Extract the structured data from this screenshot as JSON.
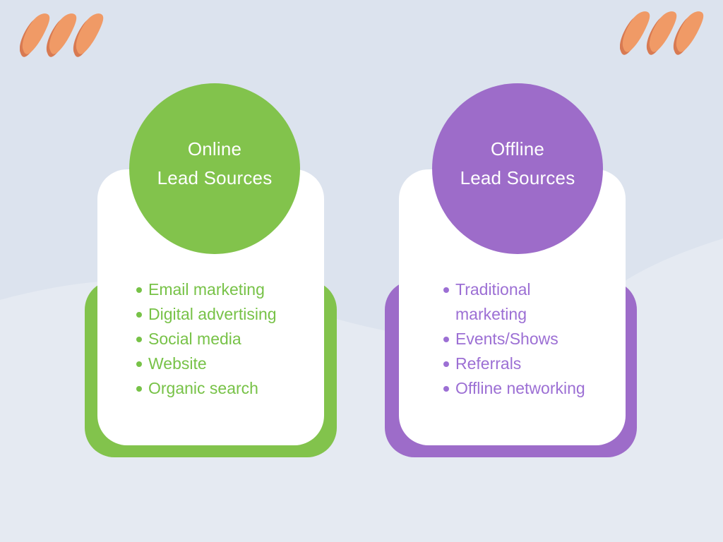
{
  "colors": {
    "bg": "#dce3ee",
    "bg_wave": "#e5eaf2",
    "green": "#82c34c",
    "green_text": "#77c247",
    "purple": "#9d6cc9",
    "purple_text": "#9c6fd4",
    "orange_light": "#f09a66",
    "orange_dark": "#d87a52",
    "white": "#ffffff"
  },
  "decorations": {
    "top_left": "triple-slash-mark",
    "top_right": "triple-slash-mark"
  },
  "cards": [
    {
      "id": "online",
      "title_line1": "Online",
      "title_line2": "Lead Sources",
      "accent": "#82c34c",
      "items": [
        "Email marketing",
        "Digital advertising",
        "Social media",
        "Website",
        "Organic search"
      ]
    },
    {
      "id": "offline",
      "title_line1": "Offline",
      "title_line2": "Lead Sources",
      "accent": "#9d6cc9",
      "items": [
        "Traditional marketing",
        "Events/Shows",
        "Referrals",
        "Offline networking"
      ]
    }
  ]
}
